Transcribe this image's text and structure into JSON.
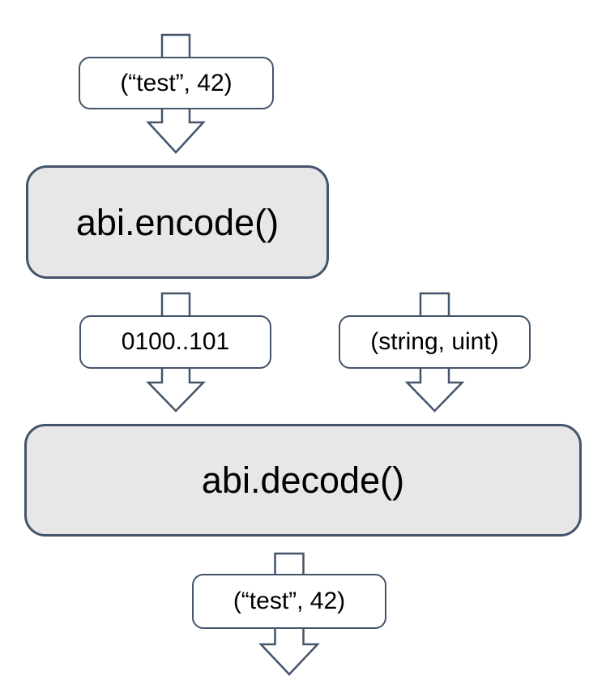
{
  "colors": {
    "stroke": "#44546a",
    "process_fill": "#e8e7e7",
    "label_fill": "#ffffff",
    "text": "#000000",
    "background": "#ffffff"
  },
  "diagram": {
    "labels": {
      "input_tuple": "(“test”, 42)",
      "encode_fn": "abi.encode()",
      "encoded_bytes": "0100..101",
      "types_tuple": "(string, uint)",
      "decode_fn": "abi.decode()",
      "output_tuple": "(“test”, 42)"
    }
  }
}
